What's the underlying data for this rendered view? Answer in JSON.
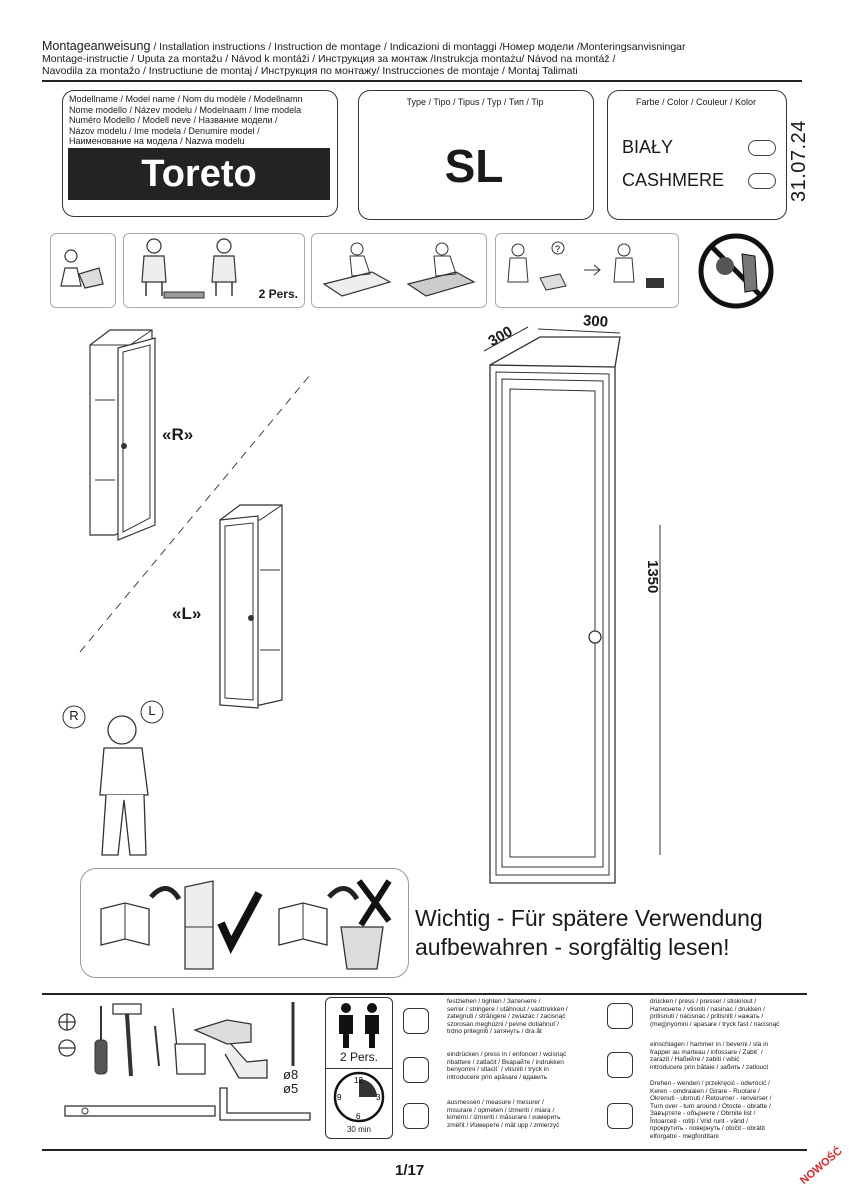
{
  "header": {
    "line1_title": "Montageanweisung",
    "line1_rest": " / Installation instructions / Instruction de montage / Indicazioni di montaggi /Номер модели /Monteringsanvisningar",
    "line2": "Montage-instructie / Uputa za montažu / Návod k montáži / Инструкция за монтаж /Instrukcja montażu/ Návod na montáž /",
    "line3": "Navodila za montažo / Instructiune de montaj / Инструкция по монтажу/ Instrucciones de montaje / Montaj Talimati"
  },
  "model_box": {
    "label_lines": [
      "Modellname / Model name / Nom du modèle / Modellnamn",
      "Nome modello / Název modelu / Modelnaam / Ime modela",
      "Numéro Modello / Modell neve / Название модели /",
      "Názov modelu / Ime modela / Denumire model /",
      "Наименование на модела / Nazwa modelu"
    ],
    "name": "Toreto"
  },
  "type_box": {
    "label": "Type / Tipo / Tipus / Typ / Тип / Tip",
    "code": "SL"
  },
  "color_box": {
    "label": "Farbe / Color / Couleur / Kolor",
    "options": [
      "BIAŁY",
      "CASHMERE"
    ]
  },
  "date": "31.07.24",
  "steps": {
    "persons": "2 Pers."
  },
  "variants": {
    "right": "«R»",
    "left": "«L»",
    "bubble_r": "R",
    "bubble_l": "L"
  },
  "dimensions": {
    "depth": "300",
    "width": "300",
    "height": "1350"
  },
  "warning": {
    "line1": "Wichtig - Für spätere Verwendung",
    "line2": "aufbewahren - sorgfältig lesen!"
  },
  "tools": {
    "drill_sizes": [
      "ø8",
      "ø5"
    ],
    "persons": "2 Pers.",
    "time": "30 min",
    "clock_numbers": [
      "12",
      "3",
      "6",
      "9"
    ]
  },
  "legend": {
    "tighten": [
      "festziehen / tighten / Затегнете /",
      "serrer / stringere / utáhnout / vasttrekken /",
      "zategnuti / strângere / zwiazac / zacisnąć",
      "szorosan meghúzni / pevne dotiahnut´/",
      "trdno pritegniti / затянуть / dra åt"
    ],
    "press_in": [
      "eindrücken / press in / enfoncer / wcisnąć",
      "ribattere / zatlačit / Вкарайте / indrukken",
      "benyomni / stlacit´ / vtisniti / tryck in",
      "introducere prin apăsare / вдавить"
    ],
    "measure": [
      "ausmessen / measure / mesurer /",
      "misurare / opmeten / izmeriti / miara /",
      "kimérni / izmeriti / măsurare / измерить",
      "změřit / Измерете / mät upp / zmierzyć"
    ],
    "press": [
      "drücken / press / presser / stisknout /",
      "Натиснете / vtisniti / nasinac / drukken /",
      "pritisnuti / nacisnac / pritisniti / нажать /",
      "(meg)nyomni / apasare / tryck fast / nacisnąć"
    ],
    "hammer": [
      "einschlagen / hammer in / beverni / sla in",
      "frapper au marteau / infossare / Zabit´ /",
      "zarazit / Набийте / zabiti / wbić",
      "introducere prin bătaie / забить / zatlouct"
    ],
    "turn": [
      "Drehen - wenden / przekręcić - odwrócić /",
      "Keren - omdraaien / Girare - Ruotare /",
      "Okrenuti - ubrnuti / Retourner - renverser /",
      "Turn over - turn around / Otocte - obratte /",
      "Завъртете - обърнете / Obrnite list /",
      "Întoarceți - rotiți / Vrid runt - vänd /",
      "прокрутить - повернуть / otočit - obrátit",
      "elforgatni - megfordítani"
    ]
  },
  "footer": {
    "page": "1/17",
    "badge": "NOWOŚĆ"
  },
  "colors": {
    "ink": "#1a1a1a",
    "model_bg": "#232323",
    "badge": "#e0242a"
  }
}
